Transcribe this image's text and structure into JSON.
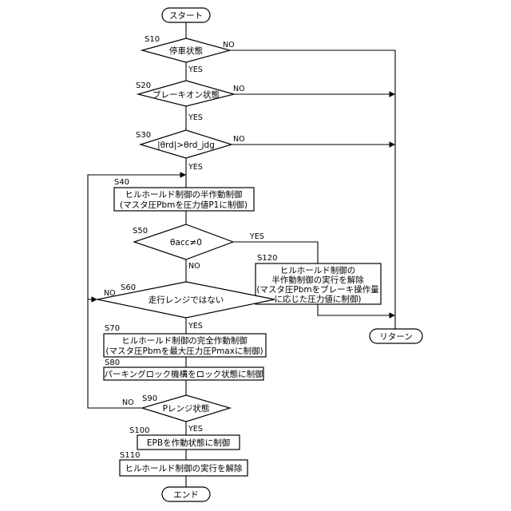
{
  "start": "スタート",
  "end": "エンド",
  "return": "リターン",
  "yes": "YES",
  "no": "NO",
  "steps": {
    "s10": {
      "id": "S10",
      "text": "停車状態"
    },
    "s20": {
      "id": "S20",
      "text": "ブレーキオン状態"
    },
    "s30": {
      "id": "S30",
      "text": "|θrd|>θrd_jdg"
    },
    "s40": {
      "id": "S40",
      "line1": "ヒルホールド制御の半作動制御",
      "line2": "(マスタ圧Pbmを圧力値P1に制御)"
    },
    "s50": {
      "id": "S50",
      "text": "θacc≠0"
    },
    "s60": {
      "id": "S60",
      "text": "走行レンジではない"
    },
    "s70": {
      "id": "S70",
      "line1": "ヒルホールド制御の完全作動制御",
      "line2": "(マスタ圧Pbmを最大圧力圧Pmaxに制御)"
    },
    "s80": {
      "id": "S80",
      "text": "パーキングロック機構をロック状態に制御"
    },
    "s90": {
      "id": "S90",
      "text": "Pレンジ状態"
    },
    "s100": {
      "id": "S100",
      "text": "EPBを作動状態に制御"
    },
    "s110": {
      "id": "S110",
      "text": "ヒルホールド制御の実行を解除"
    },
    "s120": {
      "id": "S120",
      "line1": "ヒルホールド制御の",
      "line2": "半作動制御の実行を解除",
      "line3": "(マスタ圧Pbmをブレーキ操作量",
      "line4": "に応じた圧力値に制御)"
    }
  }
}
